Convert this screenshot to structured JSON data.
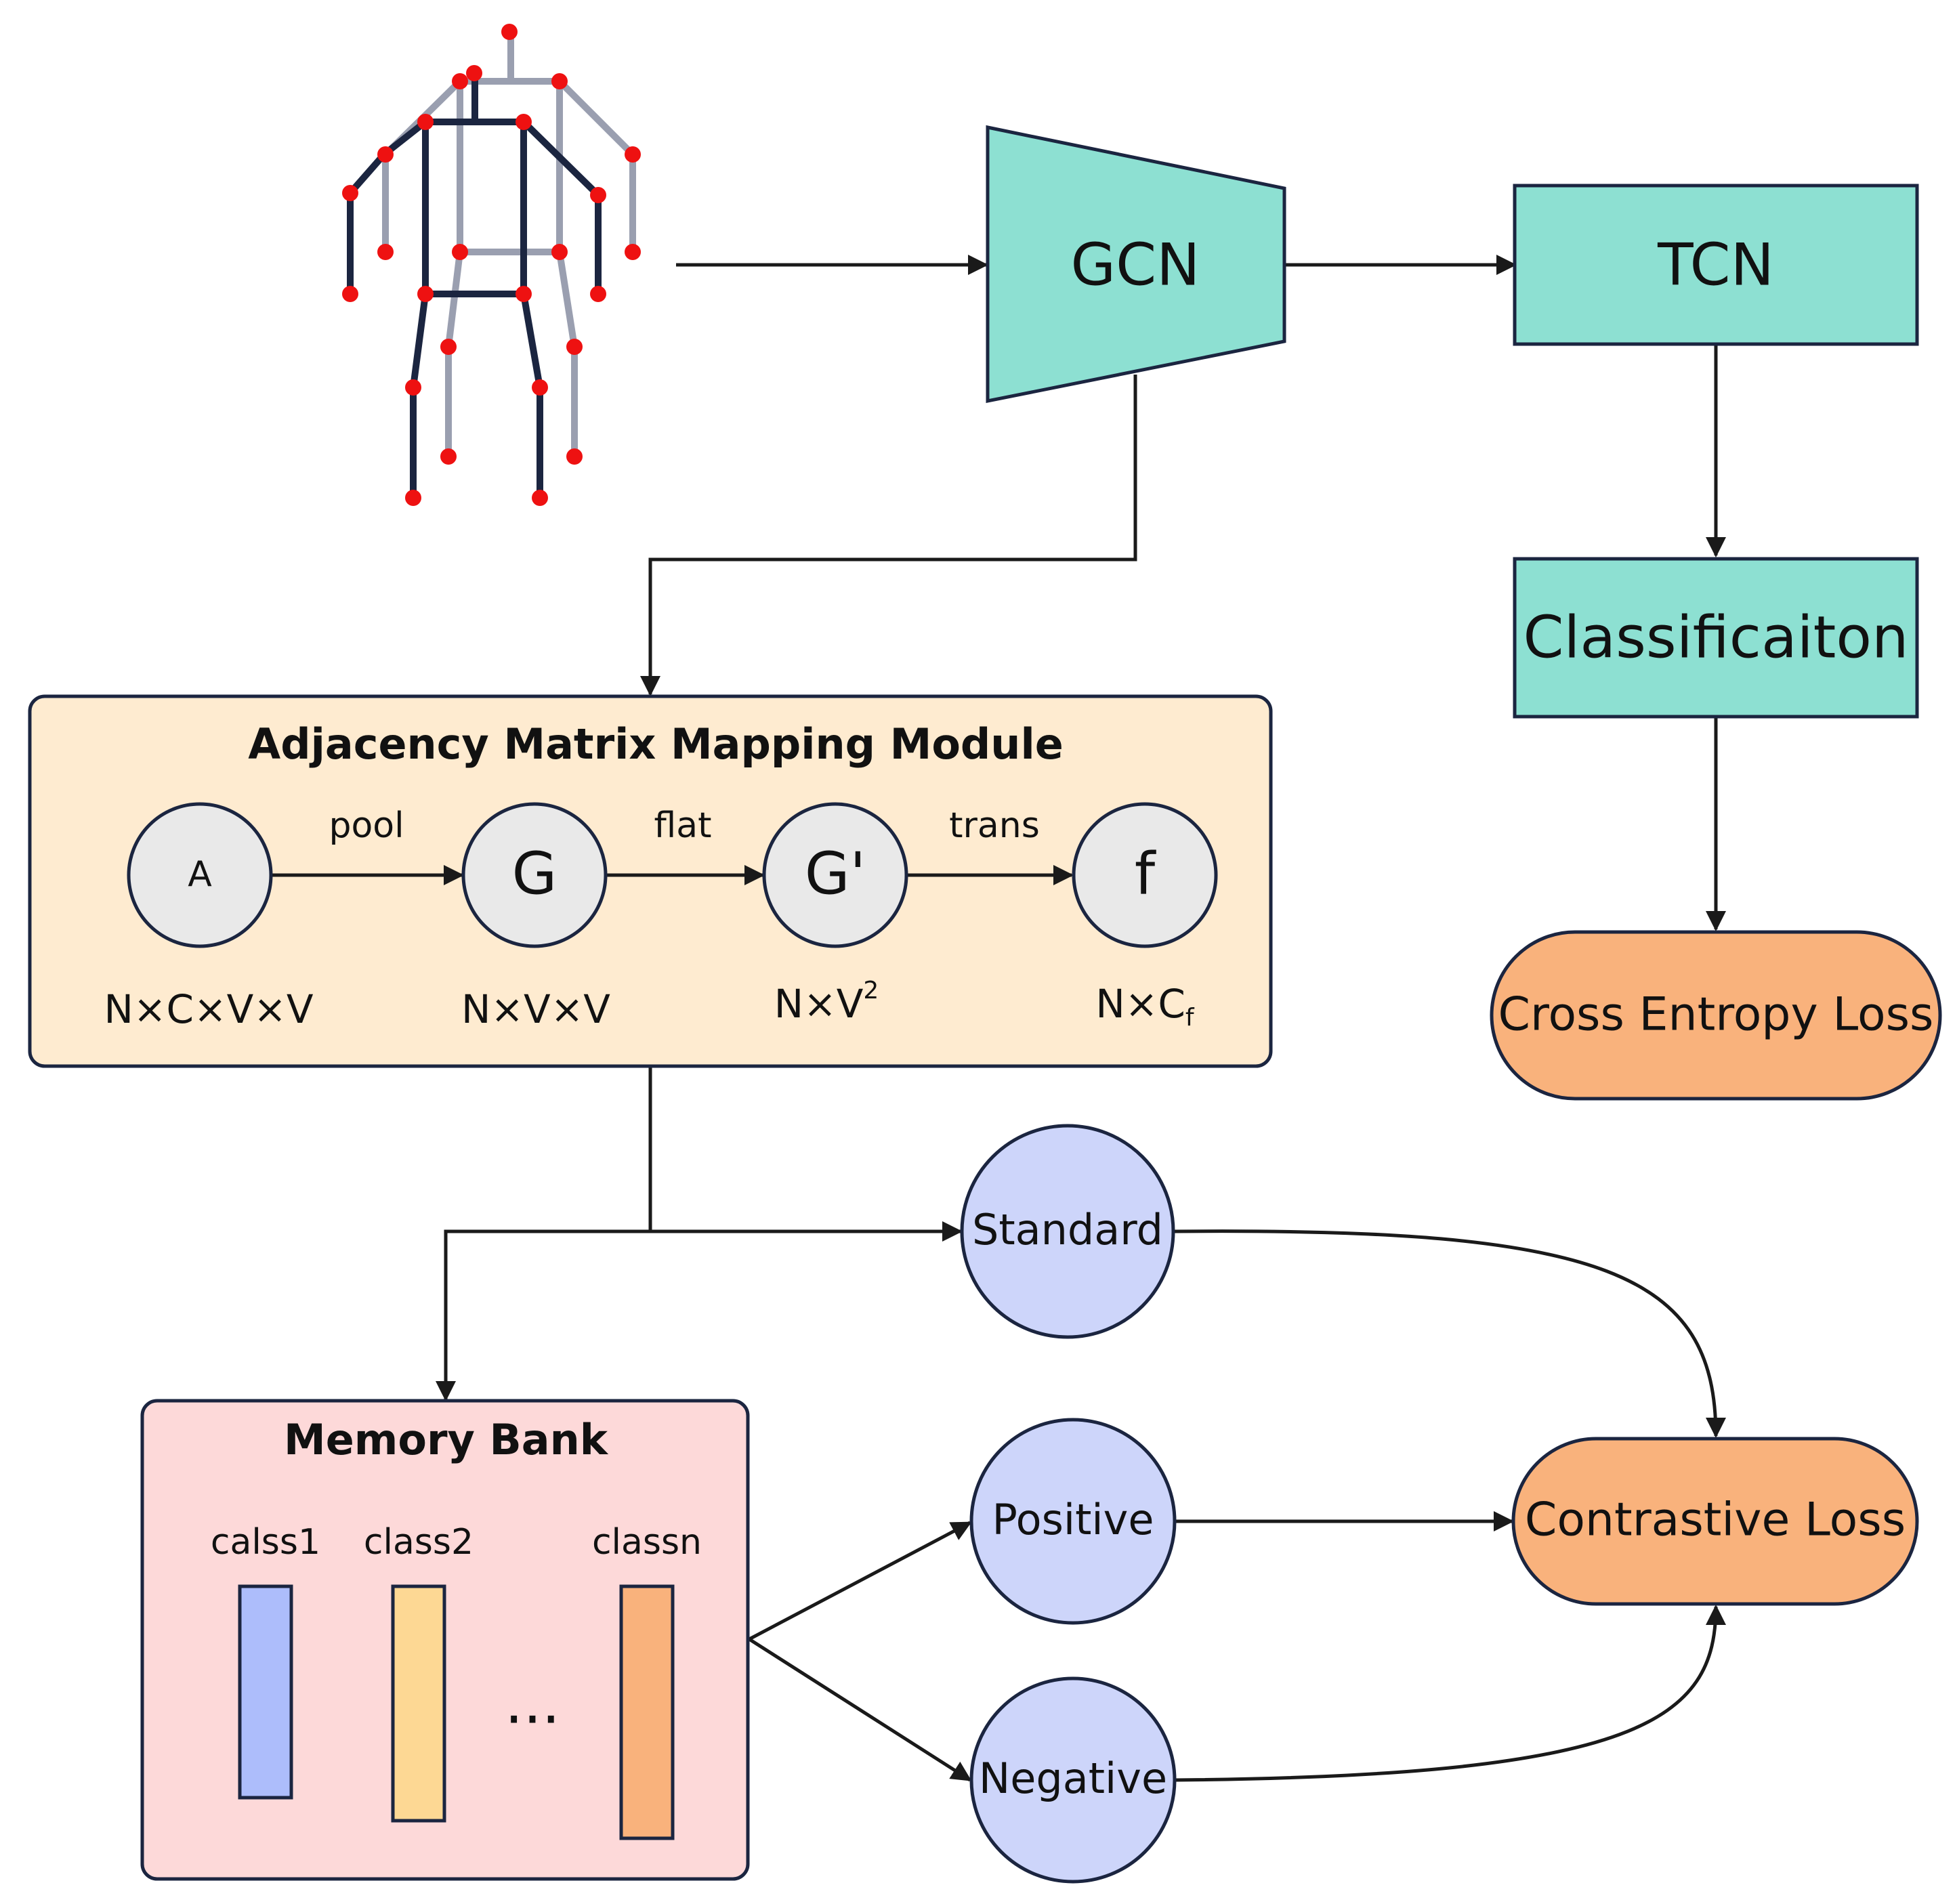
{
  "colors": {
    "teal": "#8de0d2",
    "orange": "#f9b27c",
    "module_bg": "#feebd0",
    "memory_bg": "#fdd9d9",
    "node_gray": "#e9e9e9",
    "node_lavender": "#cdd5fa",
    "outline": "#1b2540",
    "joint": "#ee1111",
    "skeleton_front": "#1b2540",
    "skeleton_back": "#9a9fb0",
    "class1": "#adbdfb",
    "class2": "#fdd894",
    "classn": "#f9b27c"
  },
  "nodes": {
    "gcn": "GCN",
    "tcn": "TCN",
    "classification": "Classificaiton",
    "cross_entropy": "Cross Entropy Loss",
    "contrastive": "Contrastive Loss",
    "standard": "Standard",
    "positive": "Positive",
    "negative": "Negative"
  },
  "adjacency_module": {
    "title": "Adjacency Matrix Mapping Module",
    "steps": [
      {
        "label": "A",
        "dim": "N×C×V×V"
      },
      {
        "label": "G",
        "dim": "N×V×V"
      },
      {
        "label": "G'",
        "dim_base": "N×V",
        "dim_sup": "2"
      },
      {
        "label": "f",
        "dim_base": "N×C",
        "dim_sub": "f"
      }
    ],
    "ops": [
      "pool",
      "flat",
      "trans"
    ]
  },
  "memory_bank": {
    "title": "Memory Bank",
    "classes": [
      "calss1",
      "class2",
      "classn"
    ],
    "ellipsis": "..."
  }
}
